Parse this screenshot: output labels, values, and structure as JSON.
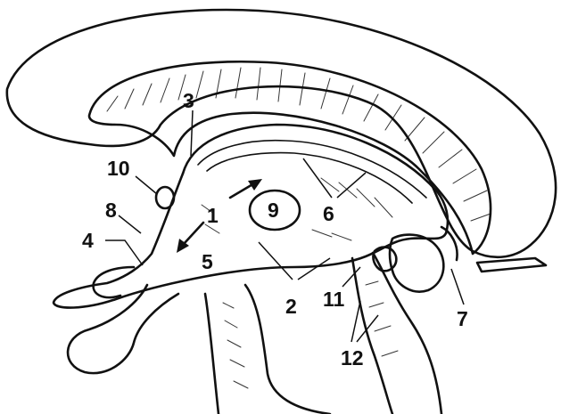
{
  "labels": {
    "l1": "1",
    "l2": "2",
    "l3": "3",
    "l4": "4",
    "l5": "5",
    "l6": "6",
    "l7": "7",
    "l8": "8",
    "l9": "9",
    "l10": "10",
    "l11": "11",
    "l12": "12"
  },
  "colors": {
    "ink": "#111111",
    "paper": "#ffffff"
  }
}
